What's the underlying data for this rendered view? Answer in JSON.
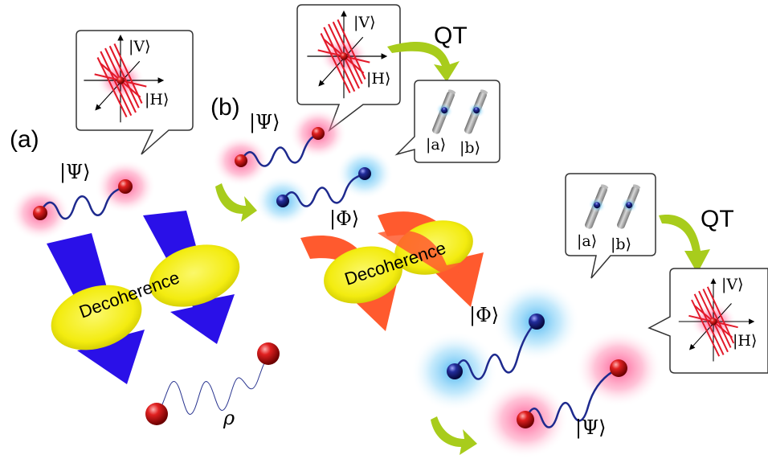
{
  "panels": {
    "a": {
      "label": "(a)",
      "initial_state": "|Ψ⟩",
      "process": "Decoherence",
      "final_state": "ρ",
      "bubble": {
        "axis_vertical": "|V⟩",
        "axis_horizontal": "|H⟩"
      }
    },
    "b": {
      "label": "(b)",
      "top_state": "|Ψ⟩",
      "middle_state": "|Φ⟩",
      "process": "Decoherence",
      "after_state_1": "|Φ⟩",
      "after_state_2": "|Ψ⟩",
      "qt_1": "QT",
      "qt_2": "QT",
      "bubble_photon_1": {
        "axis_vertical": "|V⟩",
        "axis_horizontal": "|H⟩"
      },
      "bubble_atoms_1": {
        "atom_a": "|a⟩",
        "atom_b": "|b⟩"
      },
      "bubble_atoms_2": {
        "atom_a": "|a⟩",
        "atom_b": "|b⟩"
      },
      "bubble_photon_2": {
        "axis_vertical": "|V⟩",
        "axis_horizontal": "|H⟩"
      }
    }
  },
  "colors": {
    "photon_red": "#d01a1a",
    "atom_blue": "#1a2a8a",
    "glow_pink": "#ff4d8a",
    "glow_cyan": "#42b8f0",
    "arrow_blue": "#2a10e8",
    "arrow_orange": "#ff5a2e",
    "ellipse_yellow": "#f5f020",
    "qt_arrow_green": "#a8cc1c",
    "wave_navy": "#1e2a8e"
  }
}
